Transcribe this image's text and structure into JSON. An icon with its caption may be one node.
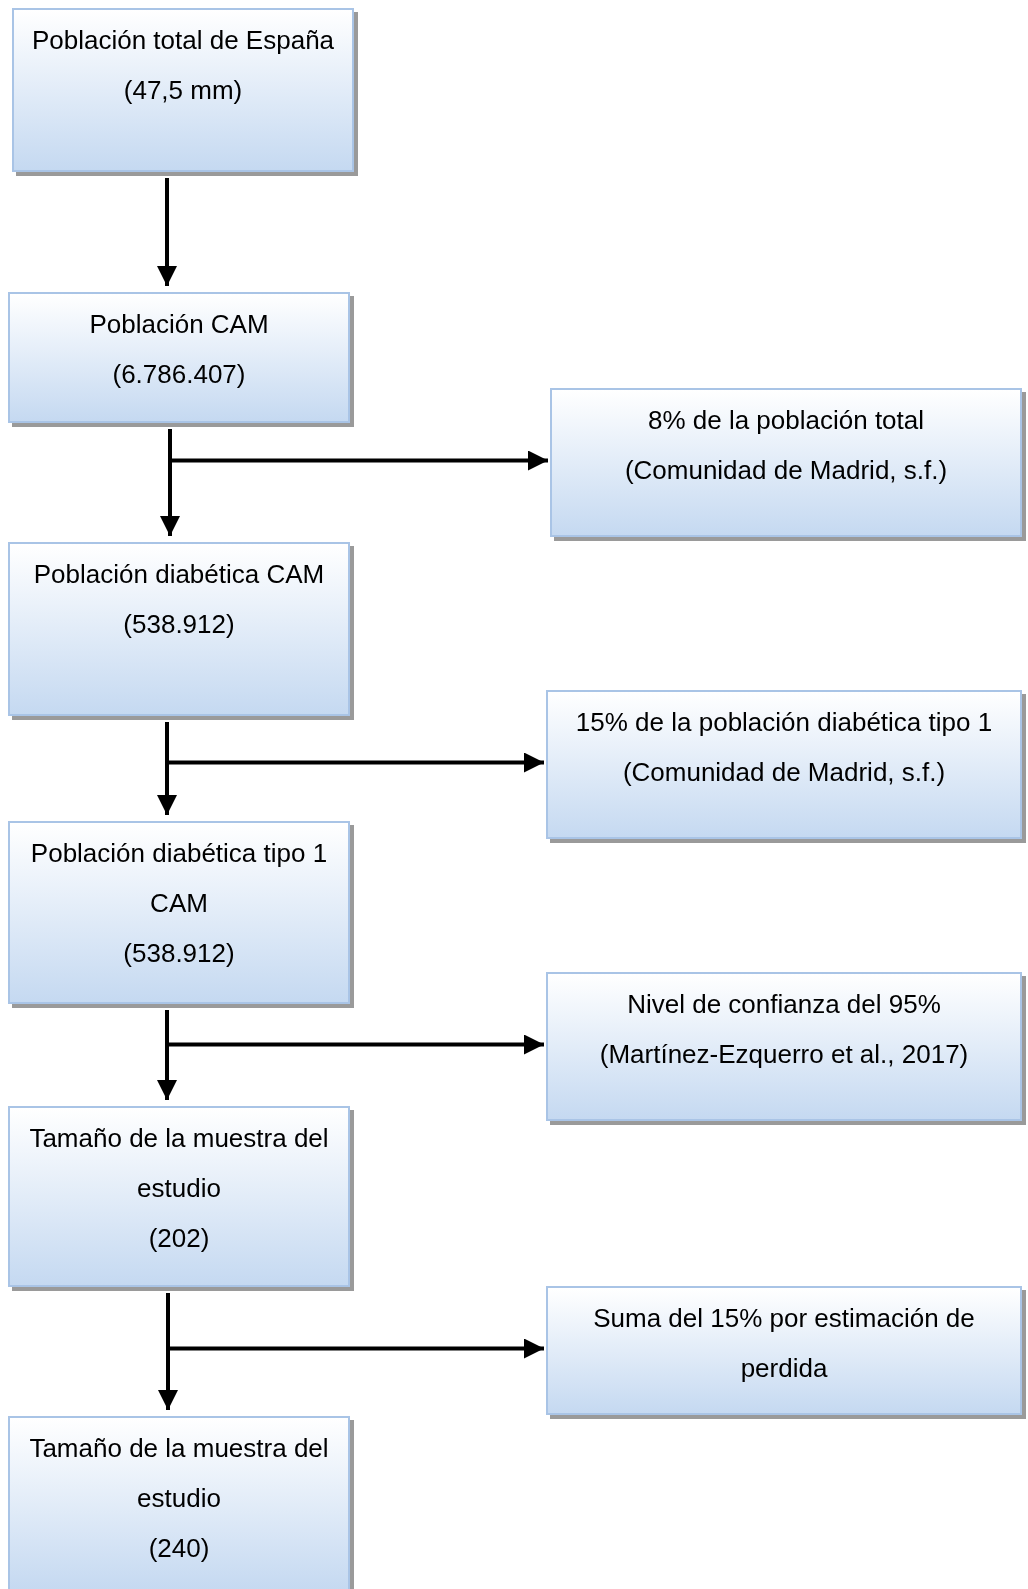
{
  "diagram": {
    "nodes": [
      {
        "text": [
          "Población total de España",
          "(47,5 mm)"
        ]
      },
      {
        "text": [
          "Población CAM",
          "(6.786.407)"
        ]
      },
      {
        "text": [
          "Población diabética CAM",
          "(538.912)"
        ]
      },
      {
        "text": [
          "Población diabética tipo 1 CAM",
          "(538.912)"
        ]
      },
      {
        "text": [
          "Tamaño de la muestra del estudio",
          "(202)"
        ]
      },
      {
        "text": [
          "Tamaño de la muestra del estudio",
          "(240)"
        ]
      },
      {
        "text": [
          "8% de la población total",
          "(Comunidad de Madrid, s.f.)"
        ]
      },
      {
        "text": [
          "15% de la población diabética tipo 1 (Comunidad de Madrid, s.f.)"
        ]
      },
      {
        "text": [
          "Nivel de confianza del 95%",
          "(Martínez-Ezquerro et al., 2017)"
        ]
      },
      {
        "text": [
          "Suma del 15% por estimación de perdida"
        ]
      }
    ],
    "edges": [
      {
        "from": 0,
        "to": 1,
        "arrow": "to"
      },
      {
        "from": 1,
        "to": 2,
        "arrow": "to"
      },
      {
        "from": 1,
        "to": 6,
        "arrow": "to"
      },
      {
        "from": 2,
        "to": 3,
        "arrow": "to"
      },
      {
        "from": 2,
        "to": 7,
        "arrow": "to"
      },
      {
        "from": 3,
        "to": 4,
        "arrow": "to"
      },
      {
        "from": 3,
        "to": 8,
        "arrow": "to"
      },
      {
        "from": 4,
        "to": 5,
        "arrow": "to"
      },
      {
        "from": 4,
        "to": 9,
        "arrow": "to"
      }
    ]
  }
}
